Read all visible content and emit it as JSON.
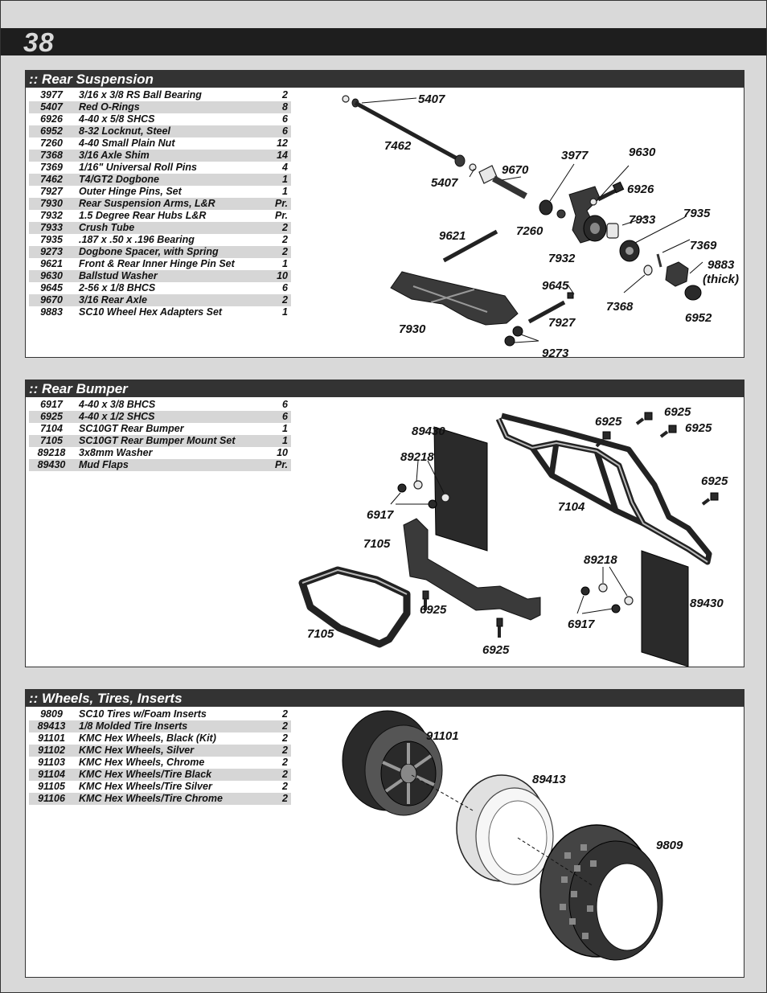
{
  "page": {
    "number": "38"
  },
  "sections": [
    {
      "title": ":: Rear Suspension",
      "parts": [
        {
          "num": "3977",
          "desc": "3/16 x 3/8 RS Ball Bearing",
          "qty": "2"
        },
        {
          "num": "5407",
          "desc": "Red O-Rings",
          "qty": "8"
        },
        {
          "num": "6926",
          "desc": "4-40 x 5/8 SHCS",
          "qty": "6"
        },
        {
          "num": "6952",
          "desc": "8-32 Locknut, Steel",
          "qty": "6"
        },
        {
          "num": "7260",
          "desc": "4-40 Small Plain Nut",
          "qty": "12"
        },
        {
          "num": "7368",
          "desc": "3/16 Axle Shim",
          "qty": "14"
        },
        {
          "num": "7369",
          "desc": "1/16\" Universal Roll Pins",
          "qty": "4"
        },
        {
          "num": "7462",
          "desc": "T4/GT2 Dogbone",
          "qty": "1"
        },
        {
          "num": "7927",
          "desc": "Outer Hinge Pins, Set",
          "qty": "1"
        },
        {
          "num": "7930",
          "desc": "Rear Suspension Arms, L&R",
          "qty": "Pr."
        },
        {
          "num": "7932",
          "desc": "1.5 Degree Rear Hubs L&R",
          "qty": "Pr."
        },
        {
          "num": "7933",
          "desc": "Crush Tube",
          "qty": "2"
        },
        {
          "num": "7935",
          "desc": ".187 x .50 x .196 Bearing",
          "qty": "2"
        },
        {
          "num": "9273",
          "desc": "Dogbone Spacer, with Spring",
          "qty": "2"
        },
        {
          "num": "9621",
          "desc": "Front & Rear Inner Hinge Pin Set",
          "qty": "1"
        },
        {
          "num": "9630",
          "desc": "Ballstud Washer",
          "qty": "10"
        },
        {
          "num": "9645",
          "desc": "2-56 x 1/8 BHCS",
          "qty": "6"
        },
        {
          "num": "9670",
          "desc": "3/16 Rear Axle",
          "qty": "2"
        },
        {
          "num": "9883",
          "desc": "SC10 Wheel Hex Adapters Set",
          "qty": "1"
        }
      ],
      "callouts": [
        "5407",
        "7462",
        "9670",
        "5407",
        "3977",
        "9630",
        "6926",
        "7260",
        "7933",
        "7935",
        "9621",
        "7932",
        "7369",
        "9883",
        "(thick)",
        "9645",
        "7368",
        "6952",
        "7927",
        "7930",
        "9273"
      ]
    },
    {
      "title": ":: Rear Bumper",
      "parts": [
        {
          "num": "6917",
          "desc": "4-40 x 3/8 BHCS",
          "qty": "6"
        },
        {
          "num": "6925",
          "desc": "4-40 x 1/2 SHCS",
          "qty": "6"
        },
        {
          "num": "7104",
          "desc": "SC10GT Rear Bumper",
          "qty": "1"
        },
        {
          "num": "7105",
          "desc": "SC10GT Rear Bumper Mount Set",
          "qty": "1"
        },
        {
          "num": "89218",
          "desc": "3x8mm Washer",
          "qty": "10"
        },
        {
          "num": "89430",
          "desc": "Mud Flaps",
          "qty": "Pr."
        }
      ],
      "callouts": [
        "89430",
        "6925",
        "6925",
        "6925",
        "89218",
        "6925",
        "6917",
        "7104",
        "7105",
        "89218",
        "6925",
        "89430",
        "6917",
        "7105",
        "6925"
      ]
    },
    {
      "title": ":: Wheels, Tires, Inserts",
      "parts": [
        {
          "num": "9809",
          "desc": "SC10 Tires w/Foam Inserts",
          "qty": "2"
        },
        {
          "num": "89413",
          "desc": "1/8 Molded Tire Inserts",
          "qty": "2"
        },
        {
          "num": "91101",
          "desc": "KMC Hex Wheels, Black (Kit)",
          "qty": "2"
        },
        {
          "num": "91102",
          "desc": "KMC Hex Wheels, Silver",
          "qty": "2"
        },
        {
          "num": "91103",
          "desc": "KMC Hex Wheels, Chrome",
          "qty": "2"
        },
        {
          "num": "91104",
          "desc": "KMC Hex Wheels/Tire Black",
          "qty": "2"
        },
        {
          "num": "91105",
          "desc": "KMC Hex Wheels/Tire Silver",
          "qty": "2"
        },
        {
          "num": "91106",
          "desc": "KMC Hex Wheels/Tire Chrome",
          "qty": "2"
        }
      ],
      "callouts": [
        "91101",
        "89413",
        "9809"
      ]
    }
  ]
}
